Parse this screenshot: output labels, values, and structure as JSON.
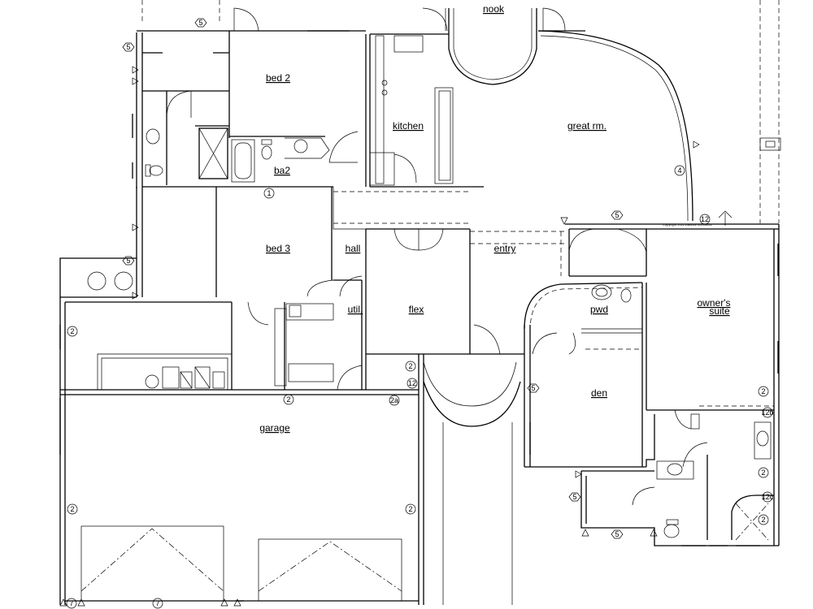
{
  "rooms": {
    "nook": "nook",
    "bed2": "bed 2",
    "kitchen": "kitchen",
    "great_room": "great rm.",
    "ba2": "ba2",
    "bed3": "bed 3",
    "hall": "hall",
    "entry": "entry",
    "util": "util.",
    "flex": "flex",
    "pwd": "pwd",
    "owners_suite_line1": "owner's",
    "owners_suite_line2": "suite",
    "den": "den",
    "garage": "garage"
  },
  "tags": {
    "t5": "5",
    "t4": "4",
    "t2": "2",
    "t1": "1",
    "t7": "7",
    "t2a": "2a",
    "t12": "12",
    "t12b": "12b",
    "t12c": "12c"
  },
  "copyright": "Copyright 2022 Alliance Architects"
}
